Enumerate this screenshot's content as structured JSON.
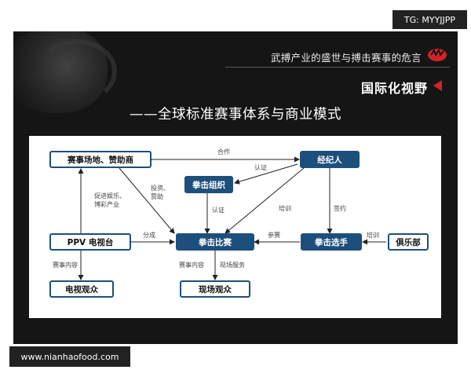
{
  "watermark_top": "TG: MYYJJPP",
  "watermark_bottom": "www.nianhaofood.com",
  "slide": {
    "top_title": "武搏产业的盛世与搏击赛事的危言",
    "section_title": "国际化视野",
    "subtitle": "——全球标准赛事体系与商业模式"
  },
  "diagram": {
    "nodes": {
      "venue": "赛事场地、赞助商",
      "agent": "经纪人",
      "org": "拳击组织",
      "ppv": "PPV 电视台",
      "match": "拳击比赛",
      "boxer": "拳击选手",
      "club": "俱乐部",
      "tv": "电视观众",
      "live": "现场观众"
    },
    "labels": {
      "cooperate": "合作",
      "certify1": "认证",
      "invest": "投资、",
      "sponsor": "赞助",
      "promote1": "促进娱乐、",
      "promote2": "博彩产业",
      "certify2": "认证",
      "train1": "培训",
      "sign": "签约",
      "share": "分成",
      "compete": "参赛",
      "train2": "培训",
      "content1": "赛事内容",
      "content2": "赛事内容",
      "service": "现场服务"
    }
  },
  "colors": {
    "node": "#1d4f7c",
    "accent": "#d2232a",
    "slide_bg": "#151515"
  }
}
